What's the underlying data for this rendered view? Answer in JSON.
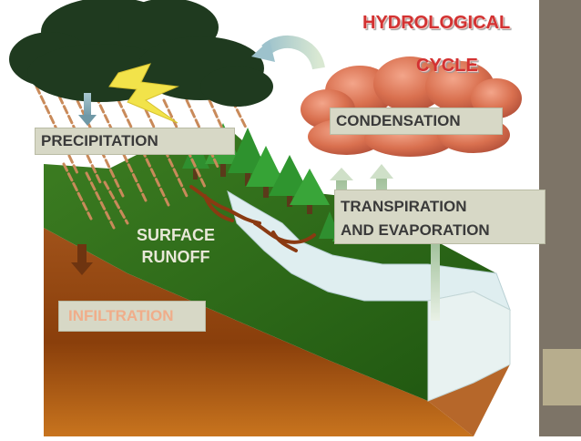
{
  "title": {
    "line1": "HYDROLOGICAL",
    "line2": "CYCLE"
  },
  "labels": {
    "precipitation": "PRECIPITATION",
    "condensation": "CONDENSATION",
    "transpiration_line1": "TRANSPIRATION",
    "transpiration_line2": "AND EVAPORATION",
    "surface_line1": "SURFACE",
    "surface_line2": "RUNOFF",
    "infiltration": "INFILTRATION"
  },
  "colors": {
    "title": "#d33232",
    "storm_cloud": "#1f3a1f",
    "rain_cloud": "#d9704f",
    "grass": "#2f6e1a",
    "soil": "#8a3f0b",
    "water": "#dfeef0",
    "label_box": "#d7d8c6",
    "infiltration_text": "#f0ad8a",
    "side_panel": "#7d7467"
  },
  "icons": [
    "storm-cloud-icon",
    "lightning-icon",
    "rain-cloud-icon",
    "tree-icon",
    "arrow-down-icon",
    "arrow-up-icon",
    "curved-arrow-icon"
  ]
}
